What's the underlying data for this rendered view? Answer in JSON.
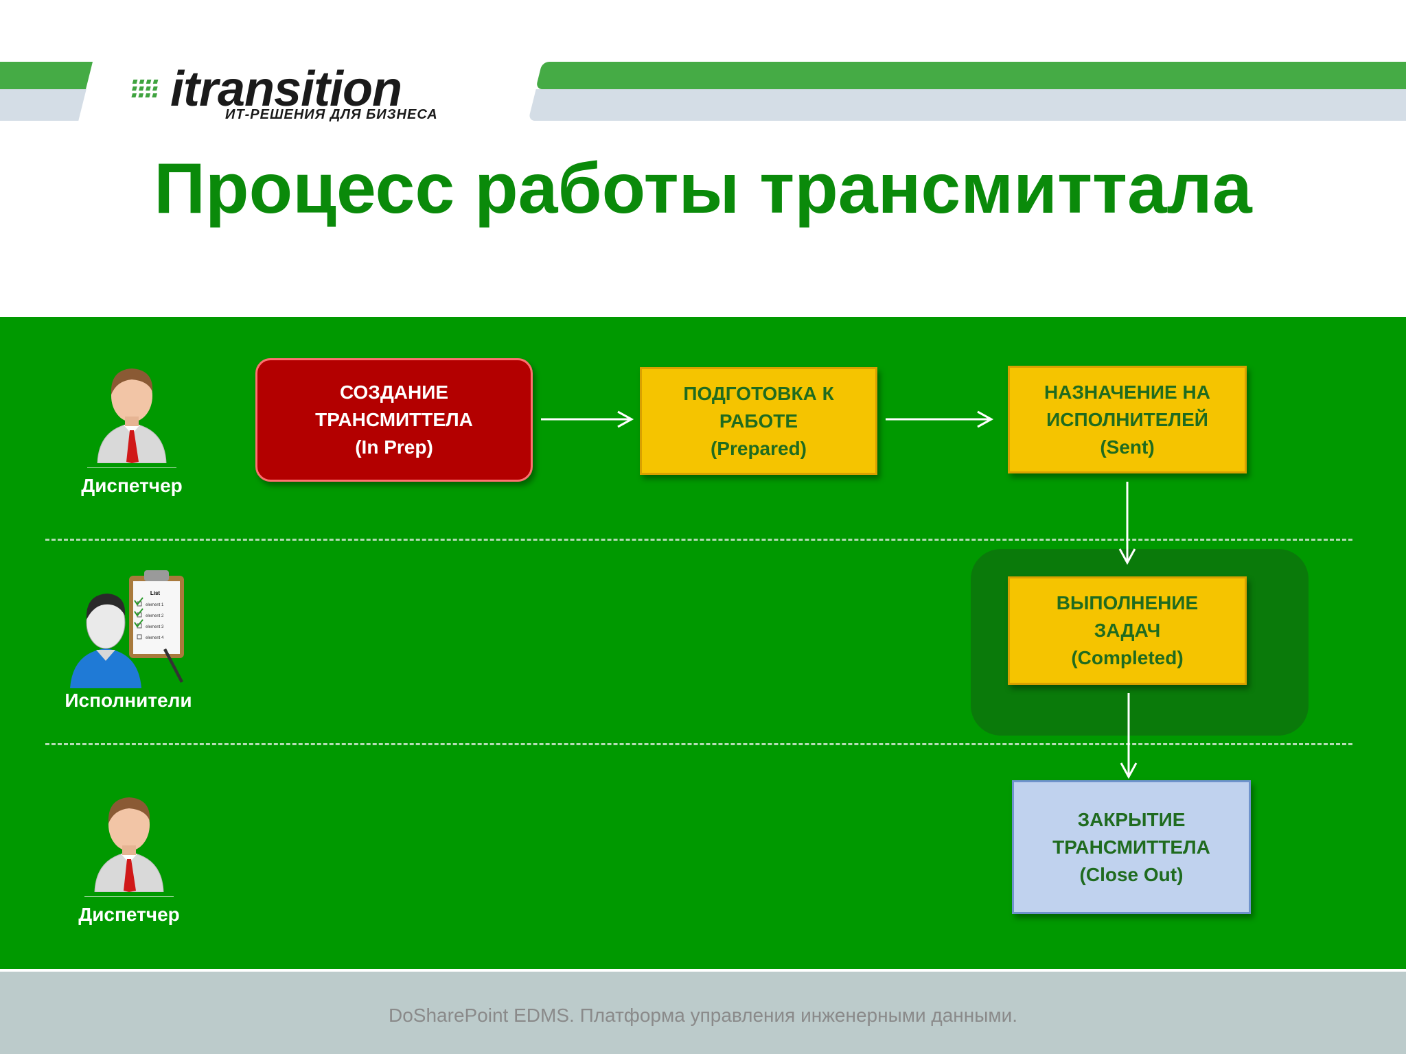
{
  "header": {
    "logo_word": "itransition",
    "logo_tagline": "ИТ-РЕШЕНИЯ ДЛЯ БИЗНЕСА"
  },
  "title": "Процесс работы трансмиттала",
  "lanes": [
    {
      "actor": "Диспетчер",
      "icon": "dispatcher-person-icon"
    },
    {
      "actor": "Исполнители",
      "icon": "executor-with-checklist-icon"
    },
    {
      "actor": "Диспетчер",
      "icon": "dispatcher-person-icon"
    }
  ],
  "checklist": {
    "title": "List",
    "items": [
      "element 1",
      "element 2",
      "element 3",
      "element 4"
    ]
  },
  "steps": [
    {
      "line1": "СОЗДАНИЕ",
      "line2": "ТРАНСМИТТЕЛА",
      "line3": "(In Prep)"
    },
    {
      "line1": "ПОДГОТОВКА К",
      "line2": "РАБОТЕ",
      "line3": "(Prepared)"
    },
    {
      "line1": "НАЗНАЧЕНИЕ НА",
      "line2": "ИСПОЛНИТЕЛЕЙ",
      "line3": "(Sent)"
    },
    {
      "line1": "ВЫПОЛНЕНИЕ",
      "line2": "ЗАДАЧ",
      "line3": "(Completed)"
    },
    {
      "line1": "ЗАКРЫТИЕ",
      "line2": "ТРАНСМИТТЕЛА",
      "line3": "(Close Out)"
    }
  ],
  "colors": {
    "panel": "#009900",
    "title": "#0a8a0a",
    "step_red": "#b30000",
    "step_yellow": "#f5c400",
    "step_blue": "#c0d2ee"
  },
  "footer": "DoSharePoint EDMS. Платформа управления инженерными данными."
}
